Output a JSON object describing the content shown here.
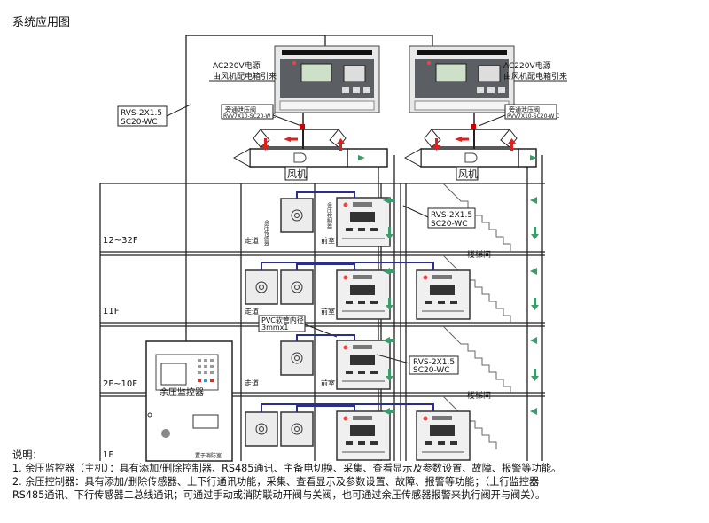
{
  "title": "系统应用图",
  "labels": {
    "power_source_line1": "AC220V电源",
    "power_source_line2": "由风机配电箱引来",
    "valve_name": "旁通泄压阀",
    "valve_model": "RVV7X10-SC20-W C",
    "cable_line1": "RVS-2X1.5",
    "cable_line2": "SC20-WC",
    "fan": "风机",
    "corridor": "走道",
    "front_room": "前室",
    "stairwell": "楼梯间",
    "sensor": "余压传感器",
    "controller": "余压控制器",
    "monitor": "余压监控器",
    "monitor_location": "置于消防室",
    "pvc_line1": "PVC软管内径",
    "pvc_line2": "3mmx1"
  },
  "floors": [
    "12~32F",
    "11F",
    "2F~10F",
    "1F"
  ],
  "notes": {
    "heading": "说明：",
    "item1": "1. 余压监控器（主机）：具有添加/删除控制器、RS485通讯、主备电切换、采集、查看显示及参数设置、故障、报警等功能。",
    "item2a": "2. 余压控制器：具有添加/删除传感器、上下行通讯功能，采集、查看显示及参数设置、故障、报警等功能；（上行监控器",
    "item2b": "RS485通讯、下行传感器二总线通讯；可通过手动或消防联动开阀与关阀，也可通过余压传感器报警来执行阀开与阀关）。"
  },
  "colors": {
    "arrow_red": "#e0201c",
    "arrow_green": "#3d9a6a",
    "signal_blue": "#2a2f8c",
    "device_panel": "#5b5f63"
  }
}
